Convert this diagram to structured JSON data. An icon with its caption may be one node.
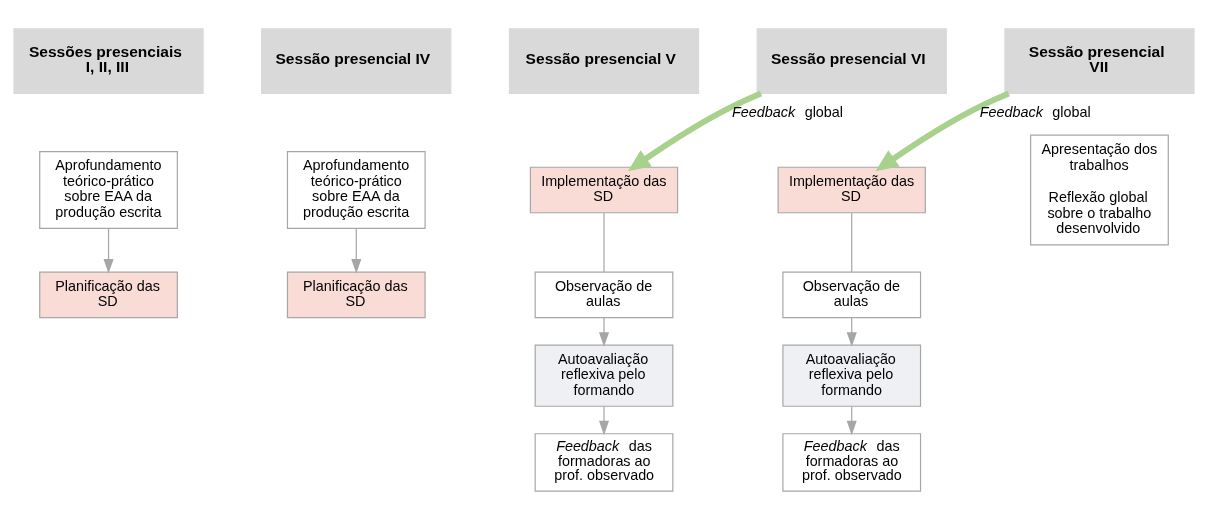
{
  "diagram": {
    "nodes": [
      {
        "text": [
          "Sessões presenciais I, II, III"
        ]
      },
      {
        "text": [
          "Sessão presencial IV"
        ]
      },
      {
        "text": [
          "Sessão presencial V"
        ]
      },
      {
        "text": [
          "Sessão presencial VI"
        ]
      },
      {
        "text": [
          "Sessão presencial VII"
        ]
      },
      {
        "text": [
          "Aprofundamento teórico-prático sobre EAA da produção escrita"
        ]
      },
      {
        "text": [
          "Planificação das SD"
        ]
      },
      {
        "text": [
          "Aprofundamento teórico-prático sobre EAA da produção escrita"
        ]
      },
      {
        "text": [
          "Planificação das SD"
        ]
      },
      {
        "text": [
          "Implementação das SD"
        ]
      },
      {
        "text": [
          "Observação de aulas"
        ]
      },
      {
        "text": [
          "Autoavaliação reflexiva pelo formando"
        ]
      },
      {
        "text": [
          "*Feedback* das formadoras ao prof. observado"
        ]
      },
      {
        "text": [
          "Implementação das SD"
        ]
      },
      {
        "text": [
          "Observação de aulas"
        ]
      },
      {
        "text": [
          "Autoavaliação reflexiva pelo formando"
        ]
      },
      {
        "text": [
          "*Feedback* das formadoras ao prof. observado"
        ]
      },
      {
        "text": [
          "Apresentação dos trabalhos",
          "Reflexão global sobre o trabalho desenvolvido"
        ]
      }
    ],
    "edges": [
      {
        "from": 5,
        "to": 6,
        "arrow": "to"
      },
      {
        "from": 7,
        "to": 8,
        "arrow": "to"
      },
      {
        "from": 9,
        "to": 10,
        "arrow": "none"
      },
      {
        "from": 10,
        "to": 11,
        "arrow": "to"
      },
      {
        "from": 11,
        "to": 12,
        "arrow": "to"
      },
      {
        "from": 3,
        "to": 9,
        "arrow": "to",
        "label": "*Feedback* global",
        "style": "thick",
        "color": "#a9d18e"
      },
      {
        "from": 13,
        "to": 14,
        "arrow": "none"
      },
      {
        "from": 14,
        "to": 15,
        "arrow": "to"
      },
      {
        "from": 15,
        "to": 16,
        "arrow": "to"
      },
      {
        "from": 4,
        "to": 13,
        "arrow": "to",
        "label": "*Feedback* global",
        "style": "thick",
        "color": "#a9d18e"
      }
    ]
  }
}
